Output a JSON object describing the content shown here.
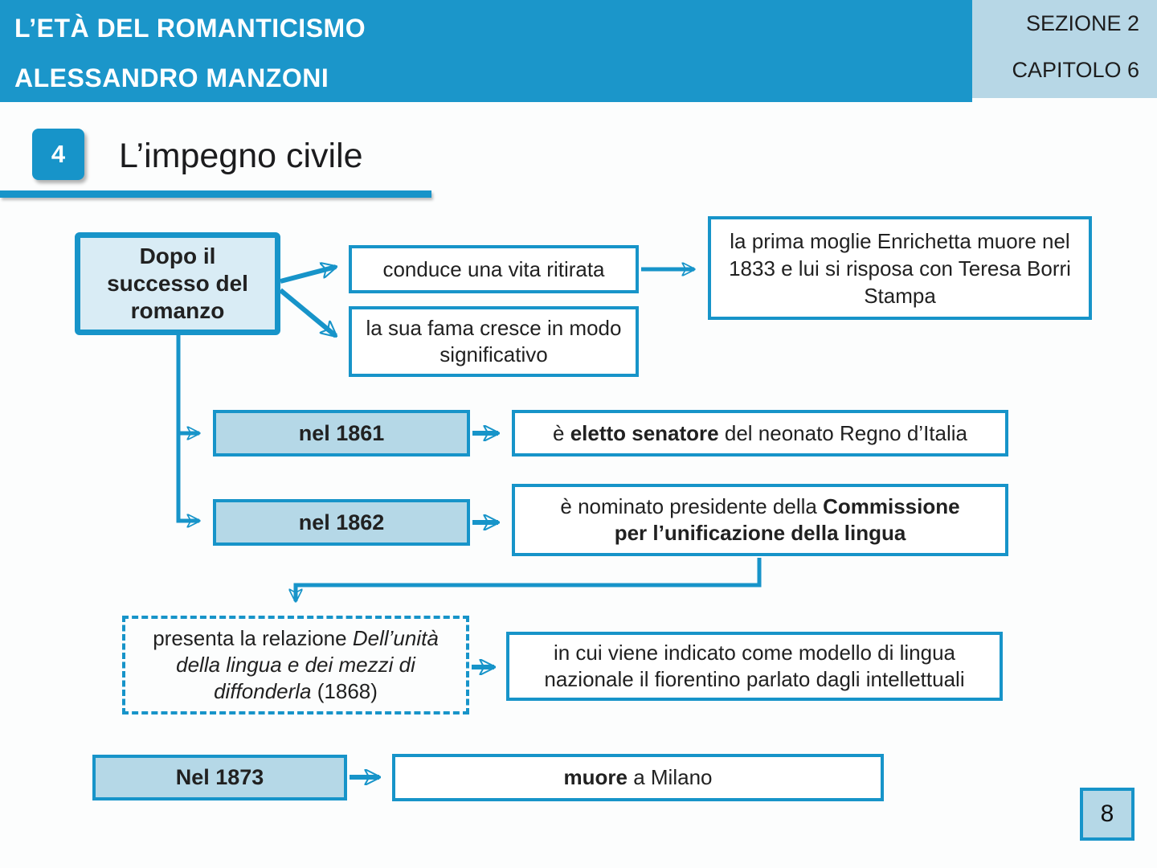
{
  "header": {
    "line1": "L’ETÀ DEL ROMANTICISMO",
    "line2": "ALESSANDRO MANZONI",
    "section": "SEZIONE 2",
    "chapter": "CAPITOLO 6"
  },
  "title": {
    "number": "4",
    "text": "L’impegno civile"
  },
  "page_number": "8",
  "colors": {
    "primary": "#1794c9",
    "header_bar": "#1b96ca",
    "light_fill": "#d9ecf5",
    "medium_fill": "#b5d8e7",
    "side_box": "#b7d7e6"
  },
  "flowchart": {
    "root": "Dopo il successo del romanzo",
    "vita": "conduce una vita ritirata",
    "fama": "la sua fama cresce in modo significativo",
    "moglie": "la prima moglie Enrichetta muore nel 1833 e lui si risposa con Teresa Borri Stampa",
    "y1861": {
      "label": "nel 1861",
      "pre": "è ",
      "bold": "eletto senatore",
      "post": " del neonato Regno d’Italia"
    },
    "y1862": {
      "label": "nel 1862",
      "pre": "è nominato presidente della ",
      "bold": "Commissione per l’unificazione della lingua"
    },
    "relazione": {
      "pre": "presenta la relazione ",
      "italic": "Dell’unità della lingua e dei mezzi di diffonderla",
      "post": " (1868)"
    },
    "fiorentino": "in cui viene indicato come modello di lingua nazionale il fiorentino parlato dagli intellettuali",
    "y1873": {
      "label": "Nel 1873",
      "bold": "muore",
      "post": " a Milano"
    }
  }
}
